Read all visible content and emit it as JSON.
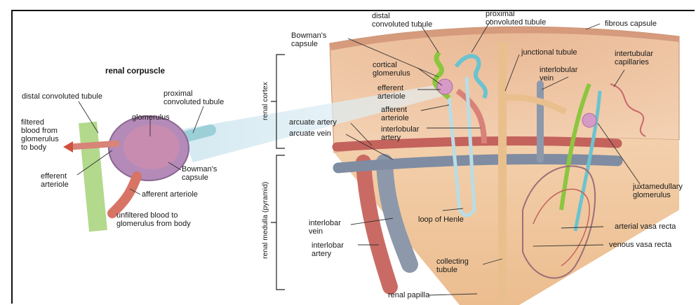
{
  "title": "renal corpuscle",
  "labels": {
    "distal_left": "distal convoluted tubule",
    "proximal_left": "proximal\nconvoluted tubule",
    "filtered": "filtered\nblood from\nglomerulus\nto body",
    "glomerulus": "glomerulus",
    "efferent_left": "efferent\narteriole",
    "bowman_left": "Bowman's\ncapsule",
    "afferent_left": "afferent arteriole",
    "unfiltered": "unfiltered blood to\nglomerulus from body",
    "distal_top": "distal\nconvoluted tubule",
    "proximal_top": "proximal\nconvoluted tubule",
    "fibrous": "fibrous capsule",
    "bowman_top": "Bowman's\ncapsule",
    "cortical_glom": "cortical\nglomerulus",
    "efferent_mid": "efferent\narteriole",
    "afferent_mid": "afferent\narteriole",
    "interlobular_artery": "interlobular\nartery",
    "arcuate_artery": "arcuate artery",
    "arcuate_vein": "arcuate vein",
    "junctional": "junctional tubule",
    "interlobular_vein": "interlobular\nvein",
    "intertubular": "intertubular\ncapillaries",
    "juxta": "juxtamedullary\nglomerulus",
    "interlobar_vein": "interlobar\nvein",
    "interlobar_artery": "interlobar\nartery",
    "loop_henle": "loop of Henle",
    "arterial_vasa": "arterial vasa recta",
    "venous_vasa": "venous vasa recta",
    "collecting": "collecting\ntubule",
    "papilla": "renal papilla",
    "renal_cortex": "renal cortex",
    "renal_medulla": "renal medulla (pyramid)"
  }
}
